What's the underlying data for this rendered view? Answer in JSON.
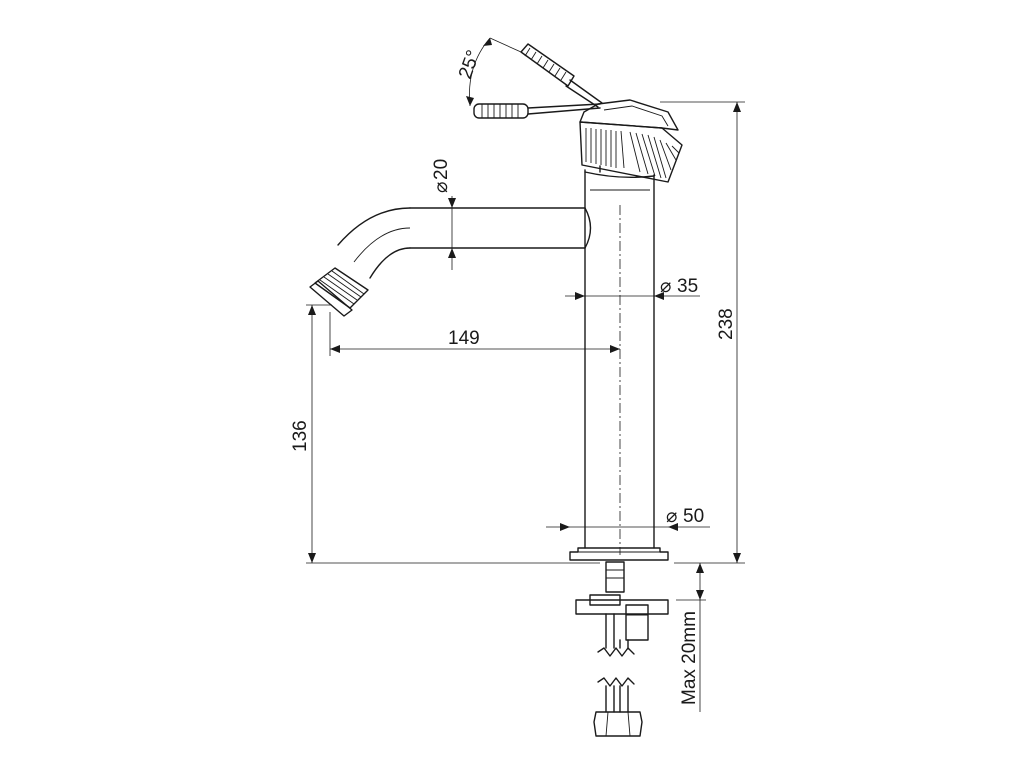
{
  "dimensions": {
    "angle": "25°",
    "spout_diameter": "20",
    "body_diameter": "35",
    "reach": "149",
    "spout_height": "136",
    "total_height": "238",
    "base_diameter": "50",
    "max_thickness": "Max 20mm"
  },
  "symbols": {
    "diameter": "⌀"
  }
}
